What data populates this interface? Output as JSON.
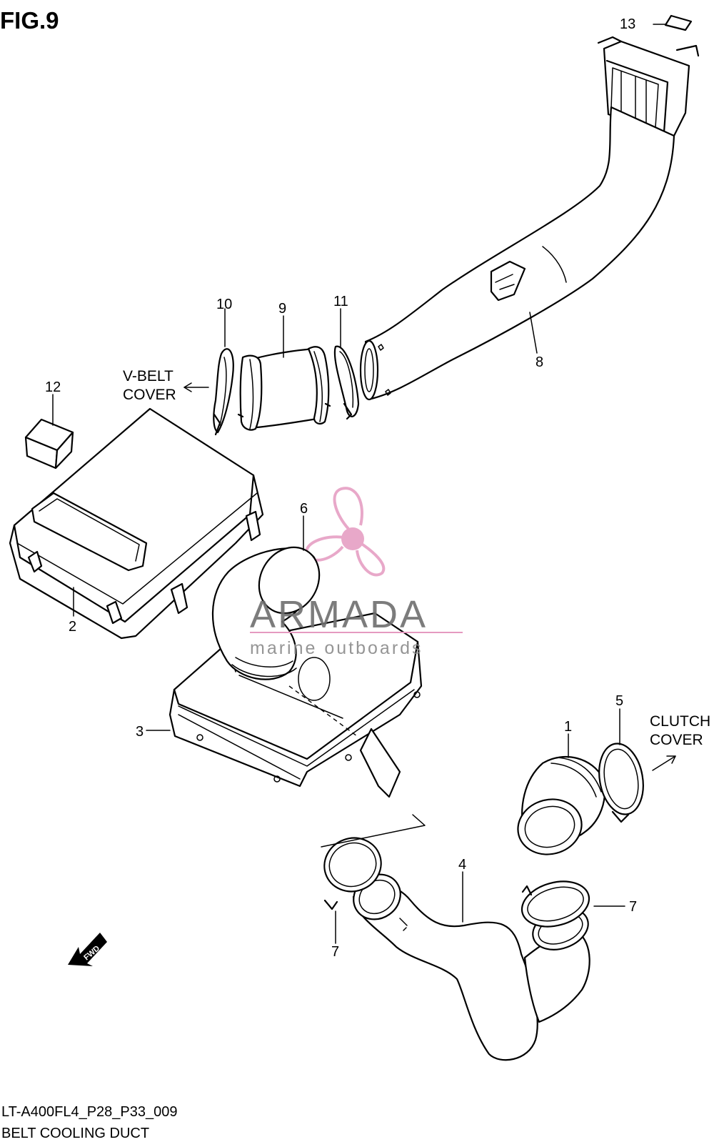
{
  "figure": {
    "number": "FIG.9",
    "code": "LT-A400FL4_P28_P33_009",
    "title": "BELT COOLING DUCT"
  },
  "callouts": {
    "p1": "1",
    "p2": "2",
    "p3": "3",
    "p4": "4",
    "p5": "5",
    "p6": "6",
    "p7a": "7",
    "p7b": "7",
    "p8": "8",
    "p9": "9",
    "p10": "10",
    "p11": "11",
    "p12": "12",
    "p13": "13"
  },
  "directions": {
    "vbelt_line1": "V-BELT",
    "vbelt_line2": "COVER",
    "clutch_line1": "CLUTCH",
    "clutch_line2": "COVER",
    "fwd": "FWD"
  },
  "watermark": {
    "brand": "ARMADA",
    "tagline": "marine outboards",
    "accent_color": "#e59ac0"
  }
}
